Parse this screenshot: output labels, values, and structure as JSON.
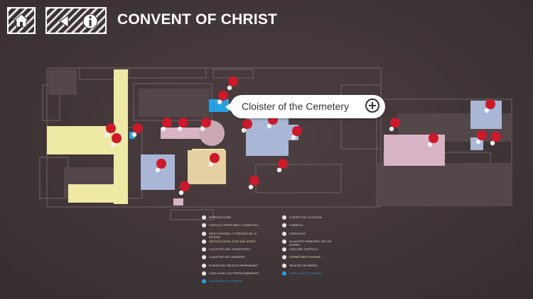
{
  "header": {
    "title": "CONVENT OF CHRIST",
    "home_icon": "home-icon",
    "back_icon": "back-icon",
    "info_icon": "info-icon"
  },
  "callout": {
    "label": "Cloister of the Cemetery",
    "icon": "plus-circle-icon"
  },
  "legend": {
    "left": [
      {
        "label": "INTRODUCCIÓN",
        "style": "normal"
      },
      {
        "label": "CASTILLO TEMPLARIO Y CHARLOLA",
        "style": "yellow"
      },
      {
        "label": "PATIO CENTRAL Y PORTADA DE LA IGLESIA",
        "style": "yellow"
      },
      {
        "label": "ANTIGUA CAPILLA DE SAN JORGE",
        "style": "yellow"
      },
      {
        "label": "CLAUSTRO DEL CEMENTERIO",
        "style": "pink"
      },
      {
        "label": "CLAUSTRO DE LAVADERO",
        "style": "normal"
      },
      {
        "label": "RUINAS DEL PALACIO HENRIQUINO",
        "style": "normal"
      },
      {
        "label": "CAPILLA DE LOS PORTOCARREROS",
        "style": "normal"
      },
      {
        "label": "GALERÍA DE LA HUERTA",
        "style": "active"
      }
    ],
    "right": [
      {
        "label": "CUERPO DE LA IGLESIA",
        "style": "pink"
      },
      {
        "label": "CHAROLA",
        "style": "normal"
      },
      {
        "label": "CORO ALTO",
        "style": "normal"
      },
      {
        "label": "CLAUSTRO PRINCIPAL DE LOS FILIPES",
        "style": "normal"
      },
      {
        "label": "CASA DEL CAPÍTULO",
        "style": "normal"
      },
      {
        "label": "DORMITORIO GRANDE",
        "style": "yellow"
      },
      {
        "label": "SALA DE CALDERAS",
        "style": "normal"
      },
      {
        "label": "CAPILLA DEL CRUCERO",
        "style": "active"
      }
    ]
  },
  "colors": {
    "background": "#45393b",
    "building_yellow": "#efe9a6",
    "building_pink": "#d8b4c6",
    "building_blue": "#a9b6d6",
    "pin_red": "#cc1a2b",
    "active_blue": "#27a0e0"
  }
}
